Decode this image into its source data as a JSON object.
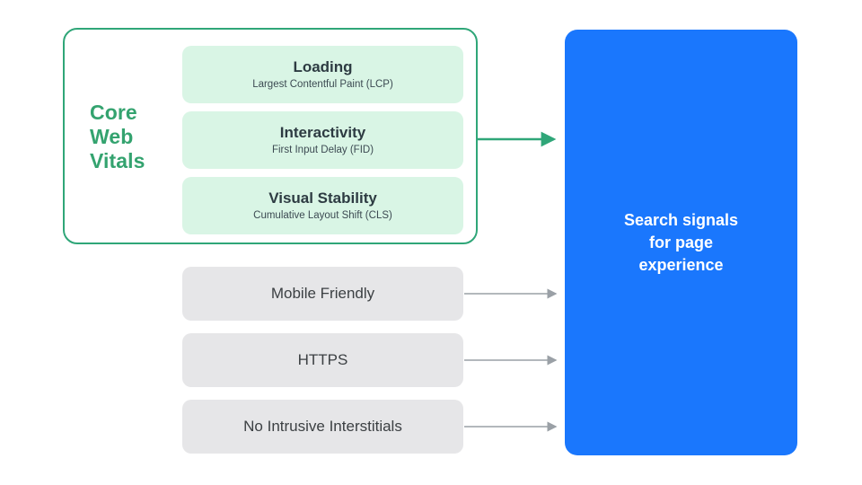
{
  "diagram": {
    "title_group": {
      "label": "Core\nWeb\nVitals",
      "accent_color": "#34a36f",
      "border_color": "#2fa678"
    },
    "core_web_vitals": [
      {
        "title": "Loading",
        "subtitle": "Largest Contentful Paint (LCP)",
        "bg_color": "#d9f5e5"
      },
      {
        "title": "Interactivity",
        "subtitle": "First Input Delay (FID)",
        "bg_color": "#d9f5e5"
      },
      {
        "title": "Visual Stability",
        "subtitle": "Cumulative Layout Shift (CLS)",
        "bg_color": "#d9f5e5"
      }
    ],
    "other_signals": [
      {
        "label": "Mobile Friendly",
        "bg_color": "#e6e6e8"
      },
      {
        "label": "HTTPS",
        "bg_color": "#e6e6e8"
      },
      {
        "label": "No Intrusive Interstitials",
        "bg_color": "#e6e6e8"
      }
    ],
    "destination": {
      "label": "Search signals\nfor page\nexperience",
      "bg_color": "#1a77fd",
      "text_color": "#ffffff"
    },
    "connectors": [
      {
        "name": "core-web-vitals-arrow",
        "color": "#2fa678",
        "style": "solid"
      },
      {
        "name": "mobile-friendly-arrow",
        "color": "#9aa0a6",
        "style": "solid"
      },
      {
        "name": "https-arrow",
        "color": "#9aa0a6",
        "style": "solid"
      },
      {
        "name": "no-intrusive-interstitials-arrow",
        "color": "#9aa0a6",
        "style": "solid"
      }
    ]
  }
}
